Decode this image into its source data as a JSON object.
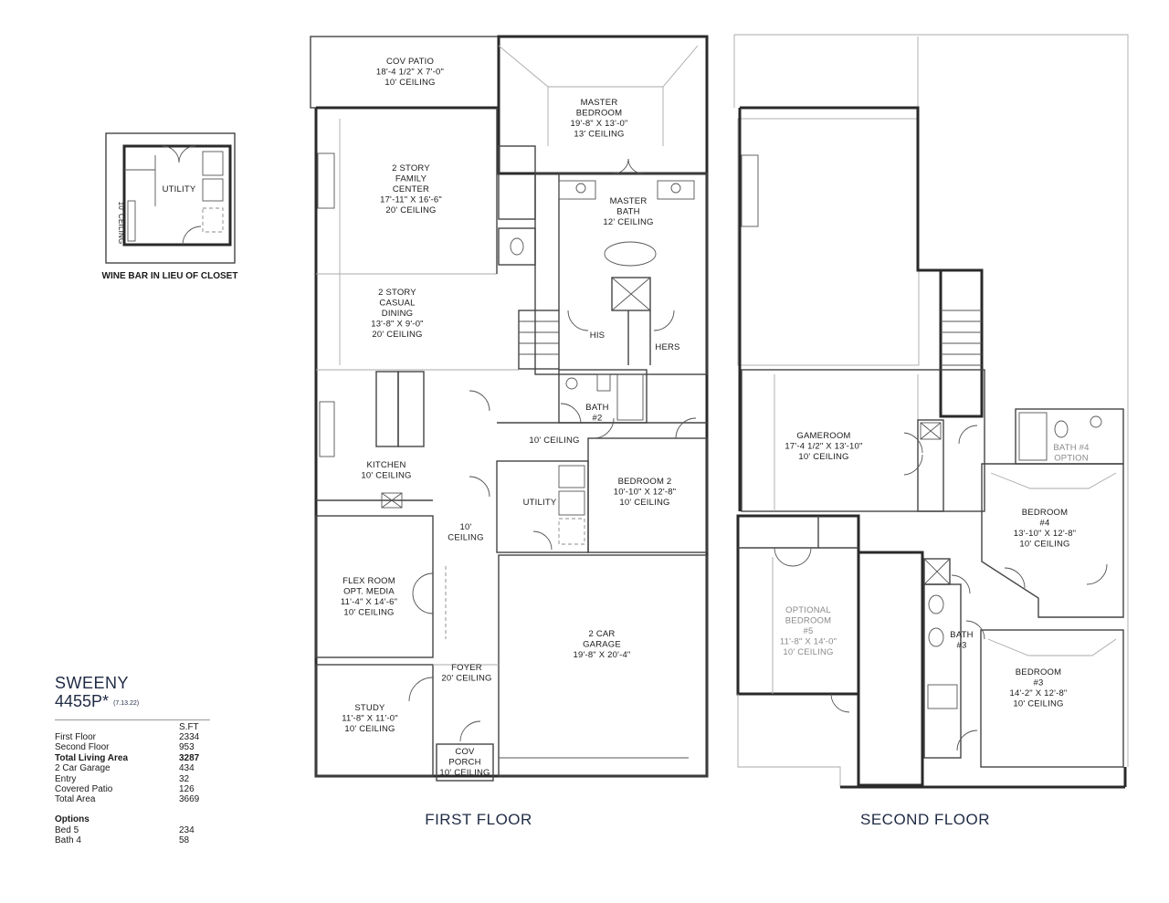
{
  "inset": {
    "utility_label": "UTILITY",
    "ceiling_label": "10' CEILING",
    "caption": "WINE BAR IN LIEU OF CLOSET"
  },
  "floor_titles": {
    "first": "FIRST FLOOR",
    "second": "SECOND FLOOR"
  },
  "first_floor_rooms": [
    {
      "lines": [
        "COV PATIO",
        "18'-4 1/2\" X 7'-0\"",
        "10' CEILING"
      ]
    },
    {
      "lines": [
        "MASTER",
        "BEDROOM",
        "19'-8\" X 13'-0\"",
        "13' CEILING"
      ]
    },
    {
      "lines": [
        "2 STORY",
        "FAMILY",
        "CENTER",
        "17'-11\" X 16'-6\"",
        "20' CEILING"
      ]
    },
    {
      "lines": [
        "MASTER",
        "BATH",
        "12' CEILING"
      ]
    },
    {
      "lines": [
        "2 STORY",
        "CASUAL",
        "DINING",
        "13'-8\" X 9'-0\"",
        "20' CEILING"
      ]
    },
    {
      "lines": [
        "HIS"
      ]
    },
    {
      "lines": [
        "HERS"
      ]
    },
    {
      "lines": [
        "BATH",
        "#2"
      ]
    },
    {
      "lines": [
        "10' CEILING"
      ]
    },
    {
      "lines": [
        "KITCHEN",
        "10' CEILING"
      ]
    },
    {
      "lines": [
        "BEDROOM 2",
        "10'-10\" X 12'-8\"",
        "10' CEILING"
      ]
    },
    {
      "lines": [
        "UTILITY"
      ]
    },
    {
      "lines": [
        "10'",
        "CEILING"
      ]
    },
    {
      "lines": [
        "FLEX ROOM",
        "OPT. MEDIA",
        "11'-4\" X 14'-6\"",
        "10' CEILING"
      ]
    },
    {
      "lines": [
        "2 CAR",
        "GARAGE",
        "",
        "19'-8\" X 20'-4\""
      ]
    },
    {
      "lines": [
        "FOYER",
        "20' CEILING"
      ]
    },
    {
      "lines": [
        "STUDY",
        "",
        "11'-8\" X 11'-0\"",
        "10' CEILING"
      ]
    },
    {
      "lines": [
        "COV",
        "PORCH",
        "10' CEILING"
      ]
    }
  ],
  "second_floor_rooms": [
    {
      "lines": [
        "GAMEROOM",
        "17'-4 1/2\" X 13'-10\"",
        "10' CEILING"
      ]
    },
    {
      "lines": [
        "BATH #4",
        "OPTION"
      ]
    },
    {
      "lines": [
        "BEDROOM",
        "#4",
        "13'-10\" X 12'-8\"",
        "10' CEILING"
      ]
    },
    {
      "lines": [
        "OPTIONAL",
        "BEDROOM",
        "#5",
        "",
        "11'-8\" X 14'-0\"",
        "10' CEILING"
      ]
    },
    {
      "lines": [
        "BATH",
        "#3"
      ]
    },
    {
      "lines": [
        "BEDROOM",
        "#3",
        "14'-2\" X 12'-8\"",
        "10' CEILING"
      ]
    }
  ],
  "plan_info": {
    "name": "SWEENY",
    "code": "4455P*",
    "revision": "(7.13.22)",
    "sqft_header": "S.FT",
    "areas": [
      {
        "label": "First Floor",
        "value": "2334",
        "bold": false
      },
      {
        "label": "Second Floor",
        "value": "953",
        "bold": false
      },
      {
        "label": "Total Living Area",
        "value": "3287",
        "bold": true
      },
      {
        "label": "2 Car Garage",
        "value": "434",
        "bold": false
      },
      {
        "label": "Entry",
        "value": "32",
        "bold": false
      },
      {
        "label": "Covered Patio",
        "value": "126",
        "bold": false
      },
      {
        "label": "Total Area",
        "value": "3669",
        "bold": false
      }
    ],
    "options_header": "Options",
    "options": [
      {
        "label": "Bed 5",
        "value": "234"
      },
      {
        "label": "Bath 4",
        "value": "58"
      }
    ]
  }
}
